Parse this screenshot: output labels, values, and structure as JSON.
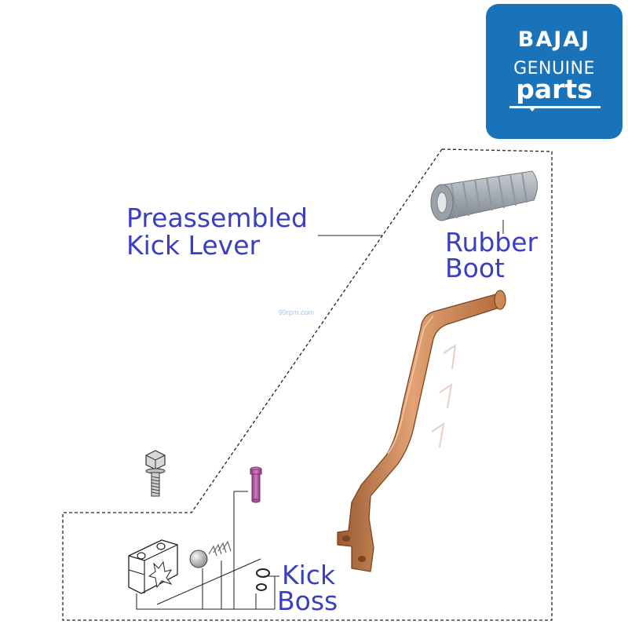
{
  "logo": {
    "brand": "BAJAJ",
    "line2": "GENUINE",
    "line3": "parts",
    "color": "#1a73b8"
  },
  "labels": {
    "kick_lever_line1": "Preassembled",
    "kick_lever_line2": "Kick Lever",
    "rubber_boot_line1": "Rubber",
    "rubber_boot_line2": "Boot",
    "kick_boss_line1": "Kick",
    "kick_boss_line2": "Boss",
    "label_color": "#3a3fbf"
  },
  "watermark": "99rpm.com",
  "parts": {
    "kick_lever_color": "#c87f4e",
    "rubber_boot_color": "#a4abb3",
    "pin_color": "#b0509e"
  }
}
